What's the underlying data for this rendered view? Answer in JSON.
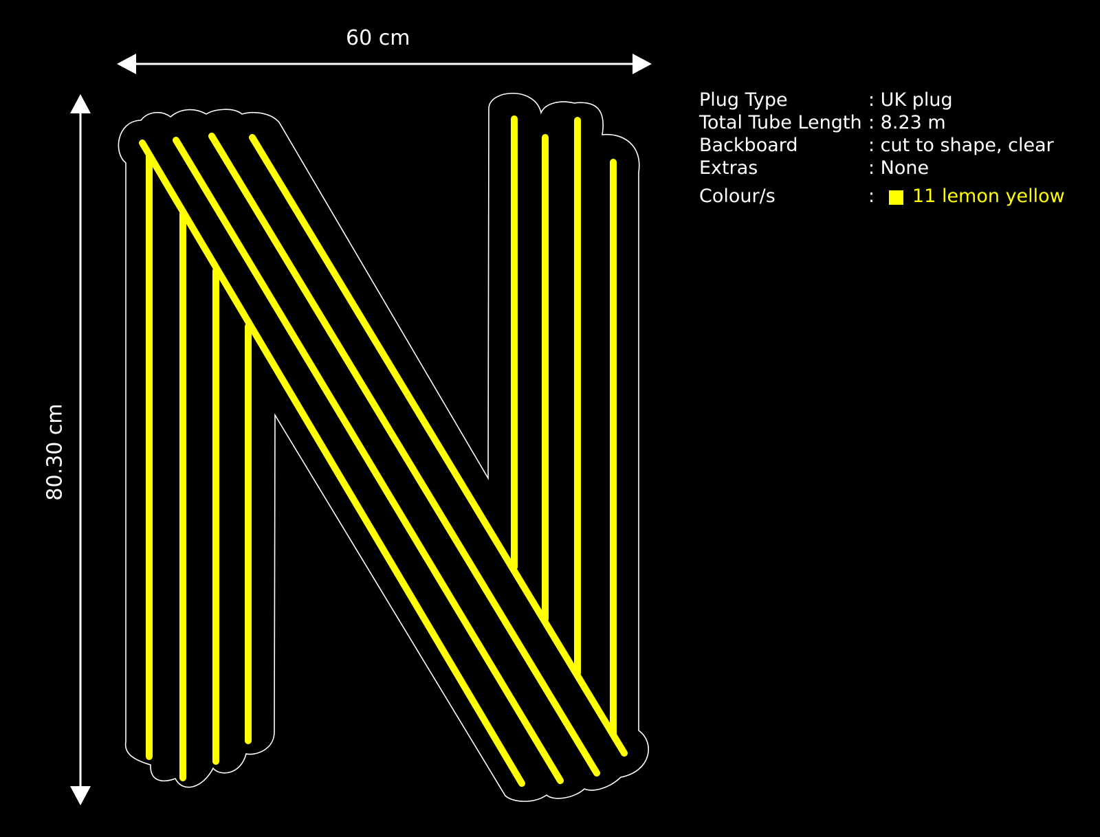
{
  "dimensions": {
    "width_label": "60 cm",
    "height_label": "80.30 cm"
  },
  "specs": [
    {
      "key": "Plug Type",
      "value": ": UK plug"
    },
    {
      "key": "Total Tube Length",
      "value": ": 8.23 m"
    },
    {
      "key": "Backboard",
      "value": ": cut to shape, clear"
    },
    {
      "key": "Extras",
      "value": ": None"
    },
    {
      "key": "Colour/s",
      "value": ":"
    }
  ],
  "colour": {
    "name": "11 lemon yellow",
    "hex": "#ffff00"
  },
  "colors": {
    "background": "#000000",
    "outline": "#ffffff",
    "neon": "#ffff00"
  },
  "icons": [
    "double-arrow-horizontal-icon",
    "double-arrow-vertical-icon"
  ],
  "sign": {
    "letter_shape": "N",
    "neon_tube_count": 12
  }
}
